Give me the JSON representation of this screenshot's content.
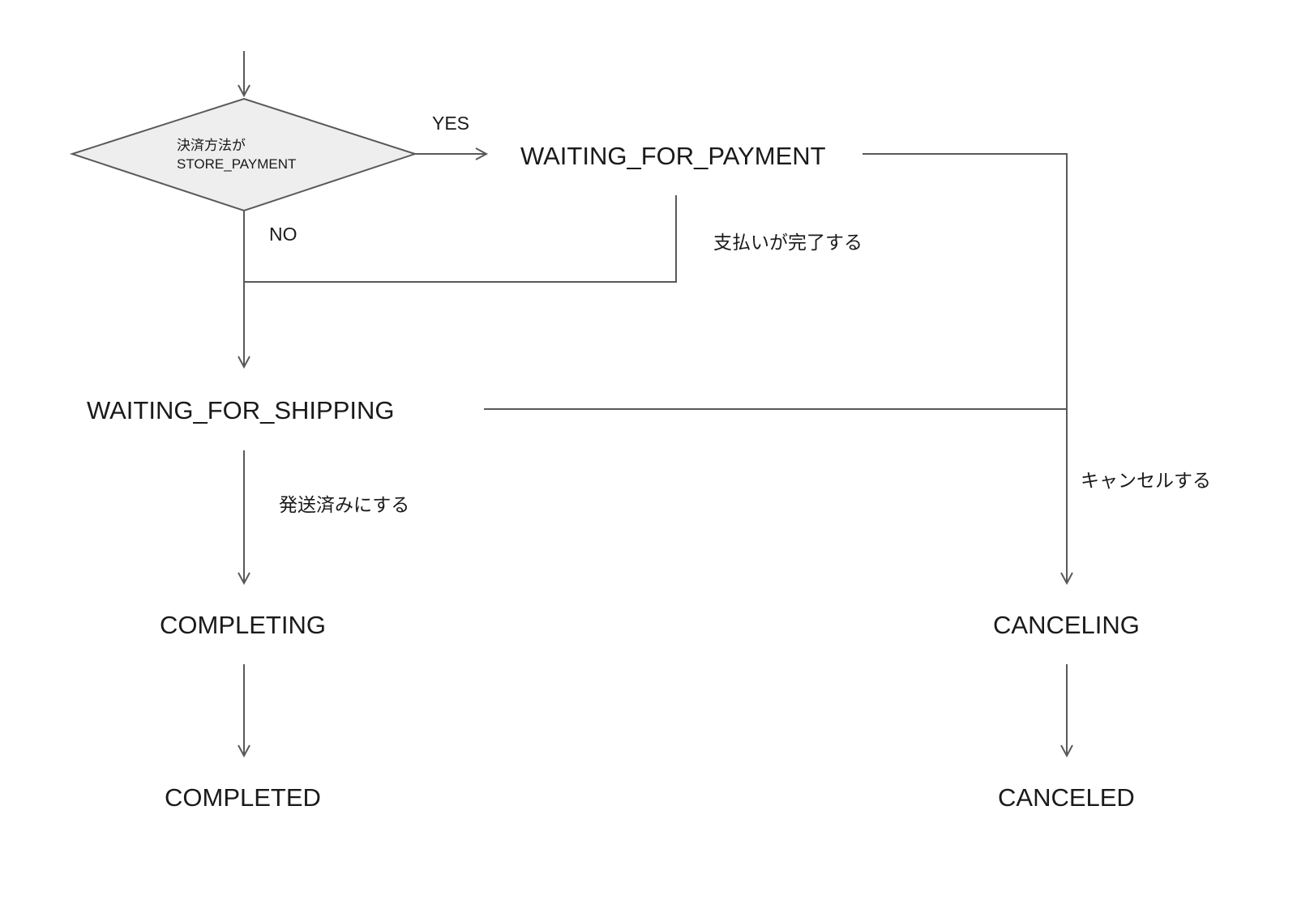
{
  "decision": {
    "line1": "決済方法が",
    "line2": "STORE_PAYMENT"
  },
  "branches": {
    "yes": "YES",
    "no": "NO"
  },
  "states": {
    "waiting_for_payment": "WAITING_FOR_PAYMENT",
    "waiting_for_shipping": "WAITING_FOR_SHIPPING",
    "completing": "COMPLETING",
    "completed": "COMPLETED",
    "canceling": "CANCELING",
    "canceled": "CANCELED"
  },
  "transitions": {
    "payment_completed": "支払いが完了する",
    "mark_shipped": "発送済みにする",
    "cancel": "キャンセルする"
  },
  "colors": {
    "line": "#595959",
    "decision_fill": "#eeeeee",
    "text": "#1a1a1a"
  }
}
